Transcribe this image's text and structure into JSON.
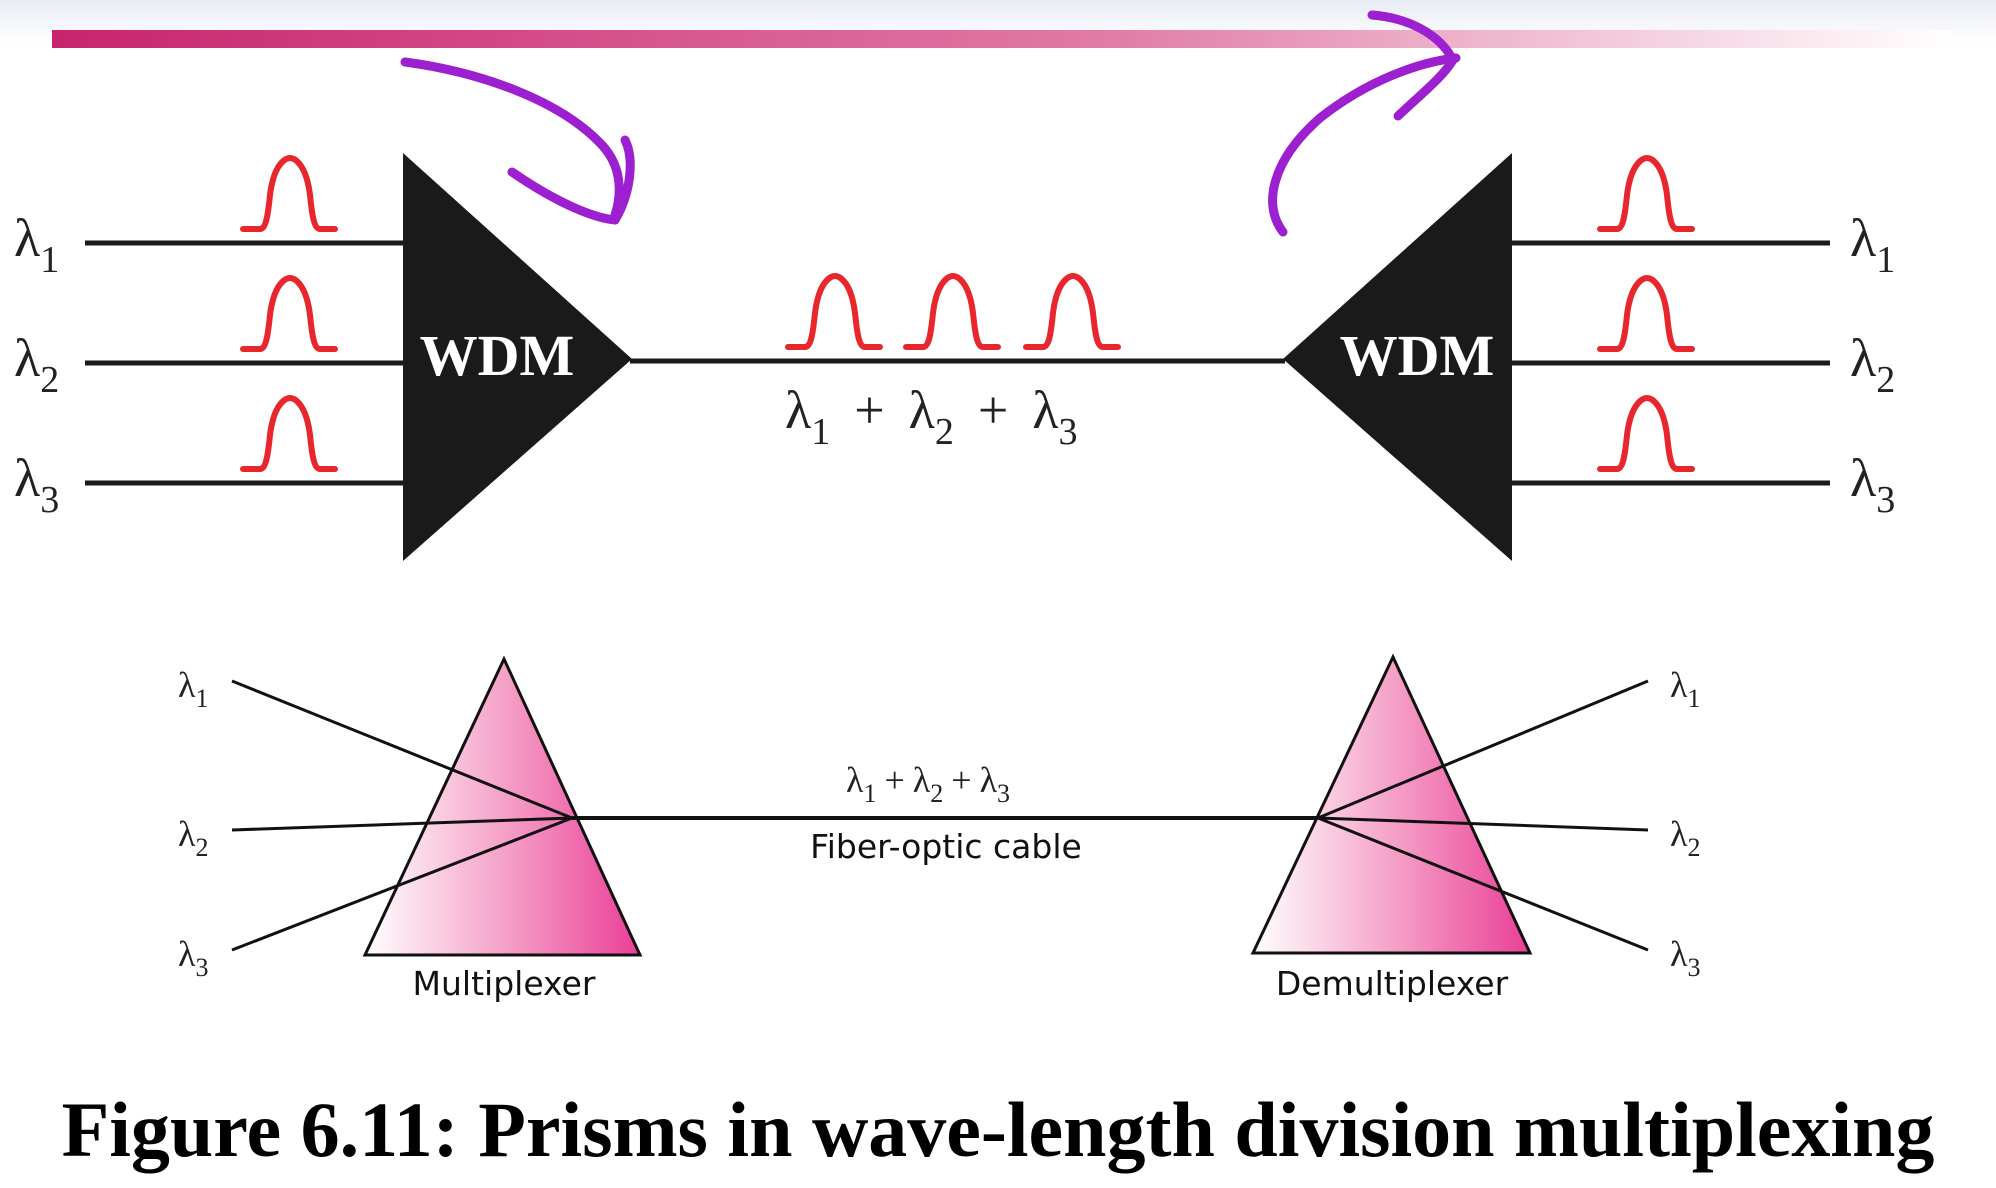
{
  "top": {
    "wdm_left_label": "WDM",
    "wdm_right_label": "WDM",
    "inputs": [
      {
        "sym": "λ",
        "sub": "1"
      },
      {
        "sym": "λ",
        "sub": "2"
      },
      {
        "sym": "λ",
        "sub": "3"
      }
    ],
    "combined": {
      "parts": [
        {
          "sym": "λ",
          "sub": "1"
        },
        {
          "sym": "λ",
          "sub": "2"
        },
        {
          "sym": "λ",
          "sub": "3"
        }
      ],
      "plus": "+"
    }
  },
  "bottom": {
    "multiplexer_label": "Multiplexer",
    "demultiplexer_label": "Demultiplexer",
    "cable_label": "Fiber-optic cable",
    "inputs": [
      {
        "sym": "λ",
        "sub": "1"
      },
      {
        "sym": "λ",
        "sub": "2"
      },
      {
        "sym": "λ",
        "sub": "3"
      }
    ],
    "combined": {
      "parts": [
        {
          "sym": "λ",
          "sub": "1"
        },
        {
          "sym": "λ",
          "sub": "2"
        },
        {
          "sym": "λ",
          "sub": "3"
        }
      ],
      "plus": "+"
    }
  },
  "caption": "Figure 6.11:  Prisms in wave-length division multiplexing",
  "colors": {
    "header_bar": "#c8246e",
    "pulse": "#e8262e",
    "annotation": "#9c1fd0",
    "prism_dark": "#ea3f97",
    "wdm_fill": "#1a1a1a"
  }
}
